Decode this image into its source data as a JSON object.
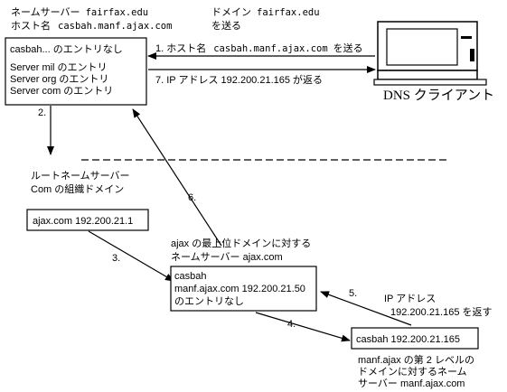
{
  "top_labels": {
    "ns_prefix": "ネームサーバー",
    "ns_host": "fairfax.edu",
    "domain_prefix": "ドメイン",
    "domain_host": "fairfax.edu",
    "hostname_prefix": "ホスト名",
    "hostname_value": "casbah.manf.ajax.com",
    "send_line": "を送る"
  },
  "local_server": {
    "line1": "casbah... のエントリなし",
    "line2": "Server mil のエントリ",
    "line3": "Server org のエントリ",
    "line4": "Server com のエントリ"
  },
  "arrows": {
    "a1_prefix": "1. ホスト名",
    "a1_host": "casbah.manf.ajax.com",
    "a1_suffix": "を送る",
    "a7": "7. IP アドレス 192.200.21.165 が返る",
    "a2": "2.",
    "a3": "3.",
    "a4": "4.",
    "a5": "5.",
    "a6": "6."
  },
  "dns_client": {
    "label": "DNS クライアント"
  },
  "root": {
    "line1": "ルートネームサーバー",
    "line2": "Com の組織ドメイン"
  },
  "ajax_box": {
    "text": "ajax.com  192.200.21.1"
  },
  "top_level": {
    "line1": "ajax の最上位ドメインに対する",
    "line2": "ネームサーバー ajax.com"
  },
  "manf_box": {
    "line1": "casbah",
    "line2": "manf.ajax.com 192.200.21.50",
    "line3": "のエントリなし"
  },
  "ip_return": {
    "line1": "IP アドレス",
    "line2": "192.200.21.165 を返す"
  },
  "casbah_box": {
    "text": "casbah 192.200.21.165"
  },
  "second_level": {
    "line1": "manf.ajax の第 2 レベルの",
    "line2": "ドメインに対するネーム",
    "line3": "サーバー manf.ajax.com"
  }
}
